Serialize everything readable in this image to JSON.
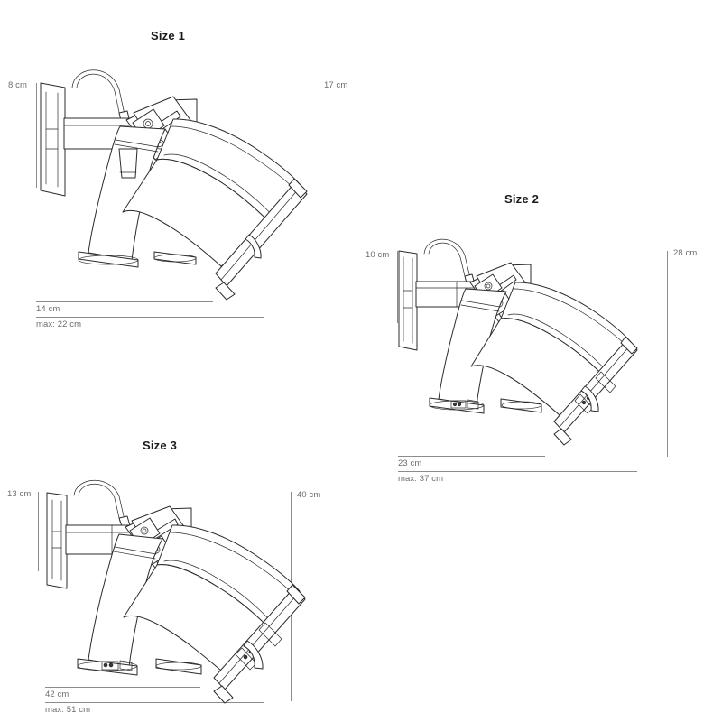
{
  "page": {
    "title": "Lamp size dimension drawings",
    "background_color": "#ffffff",
    "line_color": "#2b2b2b",
    "dimension_color": "#8a8a8f",
    "label_color": "#6e6e73",
    "title_color": "#1a1a1a"
  },
  "diagrams": [
    {
      "id": "size-1",
      "title": "Size 1",
      "height_wall_label": "8 cm",
      "height_total_label": "17 cm",
      "width_label": "14 cm",
      "width_max_label": "max: 22 cm"
    },
    {
      "id": "size-2",
      "title": "Size 2",
      "height_wall_label": "10 cm",
      "height_total_label": "28 cm",
      "width_label": "23 cm",
      "width_max_label": "max: 37 cm"
    },
    {
      "id": "size-3",
      "title": "Size 3",
      "height_wall_label": "13 cm",
      "height_total_label": "40 cm",
      "width_label": "42 cm",
      "width_max_label": "max: 51 cm"
    }
  ]
}
